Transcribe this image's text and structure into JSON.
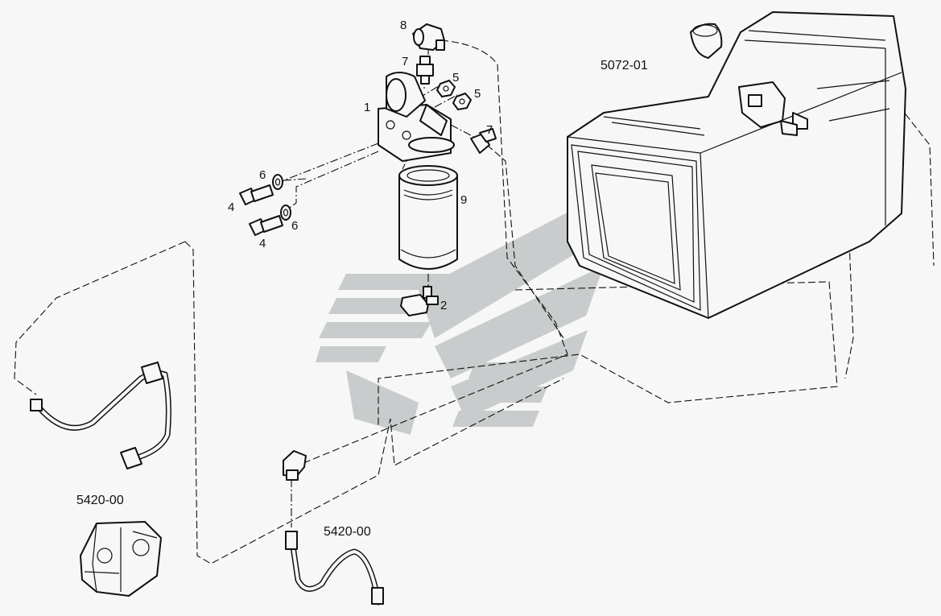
{
  "diagram": {
    "callouts": [
      "1",
      "2",
      "4",
      "4",
      "5",
      "5",
      "6",
      "6",
      "7",
      "7",
      "8",
      "9"
    ],
    "assembly_refs": {
      "fuel_tank": "5072-01",
      "pump_left": "5420-00",
      "hose_bottom": "5420-00"
    },
    "colors": {
      "line": "#111111",
      "paper": "#f7f7f7",
      "watermark": "#c9cccc"
    }
  }
}
